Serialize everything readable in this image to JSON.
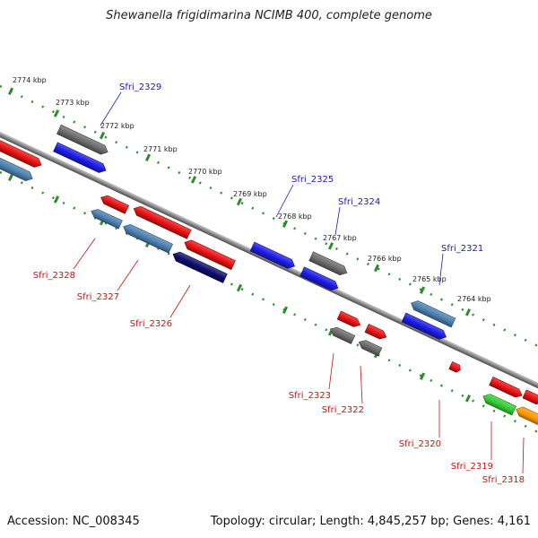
{
  "title": "Shewanella frigidimarina NCIMB 400, complete genome",
  "footer": {
    "accession": "Accession: NC_008345",
    "topology": "Topology: circular; Length: 4,845,257 bp; Genes: 4,161"
  },
  "colors": {
    "backbone": "#8a8a8a",
    "tick": "#2e8b2e",
    "forward_label": "#1a1aaa",
    "reverse_label": "#cc1111",
    "red_gene": "#e81010",
    "blue_gene": "#1a1ae6",
    "steel_gene": "#4a7fb0",
    "gray_gene": "#6a6a6a",
    "navy_gene": "#0c0c6a",
    "green_gene": "#33cc33",
    "orange_gene": "#ff9900"
  },
  "kbp_labels": [
    "2774 kbp",
    "2773 kbp",
    "2772 kbp",
    "2771 kbp",
    "2770 kbp",
    "2769 kbp",
    "2768 kbp",
    "2767 kbp",
    "2766 kbp",
    "2765 kbp",
    "2764 kbp"
  ],
  "gene_labels": [
    {
      "text": "Sfri_2329",
      "strand": "forward"
    },
    {
      "text": "Sfri_2325",
      "strand": "forward"
    },
    {
      "text": "Sfri_2324",
      "strand": "forward"
    },
    {
      "text": "Sfri_2321",
      "strand": "forward"
    },
    {
      "text": "Sfri_2328",
      "strand": "reverse"
    },
    {
      "text": "Sfri_2327",
      "strand": "reverse"
    },
    {
      "text": "Sfri_2326",
      "strand": "reverse"
    },
    {
      "text": "Sfri_2323",
      "strand": "reverse"
    },
    {
      "text": "Sfri_2322",
      "strand": "reverse"
    },
    {
      "text": "Sfri_2320",
      "strand": "reverse"
    },
    {
      "text": "Sfri_2319",
      "strand": "reverse"
    },
    {
      "text": "Sfri_2318",
      "strand": "reverse"
    }
  ]
}
